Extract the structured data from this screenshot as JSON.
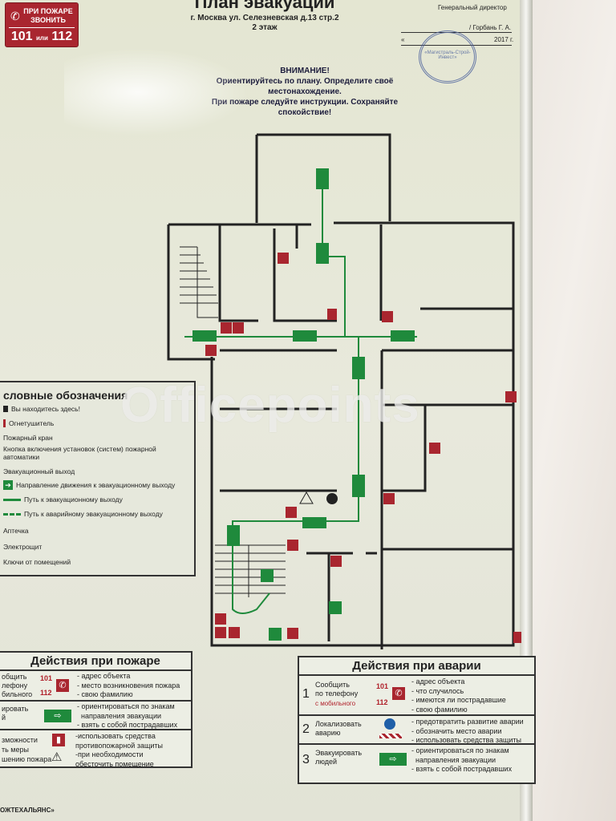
{
  "sticker": {
    "line1": "ПРИ ПОЖАРЕ",
    "line2": "ЗВОНИТЬ",
    "num1": "101",
    "or": "или",
    "num2": "112"
  },
  "header": {
    "title": "План эвакуации",
    "address": "г. Москва ул. Селезневская д.13 стр.2",
    "floor": "2 этаж"
  },
  "approval": {
    "role": "Генеральный директор",
    "name": "/ Горбань Г. А.",
    "date_prefix": "«",
    "year": "2017 г.",
    "stamp": "«Магистраль-Строй-Инвест»"
  },
  "attention": {
    "title": "ВНИМАНИЕ!",
    "line1": "Ориентируйтесь по плану. Определите своё местонахождение.",
    "line2": "При пожаре следуйте инструкции. Сохраняйте спокойствие!"
  },
  "watermark": "Officepoints",
  "legend": {
    "title": "словные обозначения",
    "items": [
      "Вы находитесь здесь!",
      "Огнетушитель",
      "Пожарный кран",
      "Кнопка включения установок (систем) пожарной автоматики",
      "Эвакуационный выход",
      "Направление движения к эвакуационному выходу",
      "Путь к  эвакуационному выходу",
      "Путь к аварийному эвакуационному выходу",
      "Аптечка",
      "Электрощит",
      "Ключи от помещений"
    ]
  },
  "fire": {
    "title": "Действия при пожаре",
    "rows": [
      {
        "label": "общить\nлефону\nбильного",
        "num1": "101",
        "num2": "112",
        "items": [
          "- адрес объекта",
          "- место возникновения пожара",
          "- свою фамилию"
        ]
      },
      {
        "label": "ировать\nй",
        "items": [
          "- ориентироваться по знакам",
          "  направления эвакуации",
          "- взять с собой пострадавших"
        ]
      },
      {
        "label": "зможности\nть меры\nшению пожара",
        "items": [
          "-использовать средства",
          "противопожарной защиты",
          "-при необходимости",
          "обесточить  помещение"
        ]
      }
    ]
  },
  "accident": {
    "title": "Действия при аварии",
    "rows": [
      {
        "n": "1",
        "label": "Сообщить\nпо телефону",
        "label_red": "с мобильного",
        "num1": "101",
        "num2": "112",
        "items": [
          "- адрес объекта",
          "- что случилось",
          "- имеются ли пострадавшие",
          "- свою фамилию"
        ]
      },
      {
        "n": "2",
        "label": "Локализовать\nаварию",
        "items": [
          "- предотвратить развитие аварии",
          "- обозначить место аварии",
          "- использовать средства защиты"
        ]
      },
      {
        "n": "3",
        "label": "Эвакуировать\nлюдей",
        "items": [
          "- ориентироваться по знакам",
          "  направления эвакуации",
          "- взять с собой пострадавших"
        ]
      }
    ]
  },
  "footer": {
    "left": "ОЖТЕХАЛЬЯНС»"
  },
  "colors": {
    "red": "#a9262f",
    "green": "#1f8a3c",
    "wall": "#222222"
  }
}
